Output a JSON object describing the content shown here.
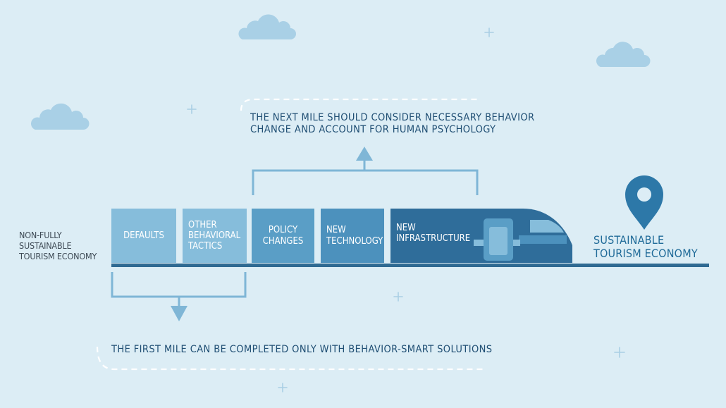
{
  "start_label": "NON-FULLY\nSUSTAINABLE\nTOURISM ECONOMY",
  "end_label": "SUSTAINABLE\nTOURISM ECONOMY",
  "top_caption": "THE NEXT MILE SHOULD CONSIDER NECESSARY BEHAVIOR\nCHANGE AND ACCOUNT FOR HUMAN PSYCHOLOGY",
  "bottom_caption": "THE FIRST MILE CAN BE COMPLETED ONLY WITH BEHAVIOR-SMART SOLUTIONS",
  "cars": [
    {
      "label": "DEFAULTS"
    },
    {
      "label": "OTHER\nBEHAVIORAL\nTACTICS"
    },
    {
      "label": "POLICY\nCHANGES"
    },
    {
      "label": "NEW\nTECHNOLOGY"
    },
    {
      "label": "NEW\nINFRASTRUCTURE"
    }
  ],
  "icons": {
    "destination": "location-pin-icon",
    "sky": [
      "cloud-icon",
      "sparkle-icon"
    ]
  },
  "colors": {
    "background": "#dcedf5",
    "light_car": "#86bddb",
    "mid_car": "#5a9ec6",
    "dark_car": "#2f6d9a",
    "track": "#2f6a92",
    "bracket": "#7fb6d6",
    "text_dark": "#1f4e73",
    "destination": "#1f6a98"
  }
}
